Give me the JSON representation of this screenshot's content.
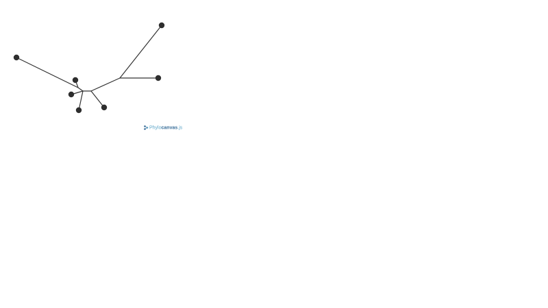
{
  "app": {
    "logo": {
      "text_part1": "Phylo",
      "text_part2": "canvas",
      "text_part3": ".js",
      "color_primary": "#3a6f9a",
      "color_secondary": "#5fa7c9"
    }
  },
  "tree": {
    "style": {
      "branch_color": "#333333",
      "node_color": "#2e2e2e"
    },
    "leaves": [
      {
        "id": "leaf-1"
      },
      {
        "id": "leaf-2"
      },
      {
        "id": "leaf-3"
      },
      {
        "id": "leaf-4"
      },
      {
        "id": "leaf-5"
      },
      {
        "id": "leaf-6"
      },
      {
        "id": "leaf-7"
      }
    ]
  }
}
